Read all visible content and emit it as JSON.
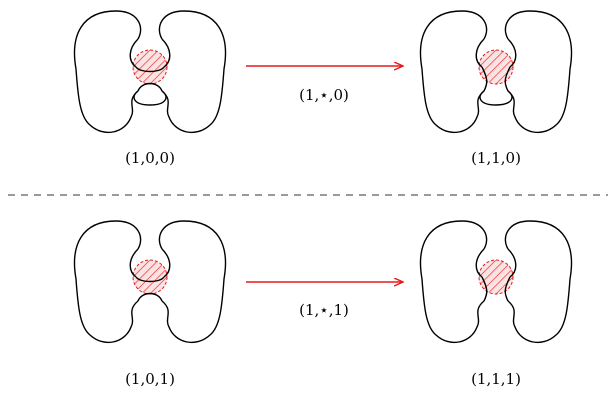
{
  "colors": {
    "stroke": "#000000",
    "arrow": "#e8191b",
    "hatch": "#e8191b",
    "hatch_fill": "#fbe3e3",
    "divider": "#333333"
  },
  "rows": [
    {
      "left_label": "(1,0,0)",
      "right_label": "(1,1,0)",
      "arrow_label": "(1,⋆,0)",
      "left_shape": "cut-shape-closed-bottom-lobe",
      "right_shape": "cut-shape-closed-bottom-lobe"
    },
    {
      "left_label": "(1,0,1)",
      "right_label": "(1,1,1)",
      "arrow_label": "(1,⋆,1)",
      "left_shape": "cut-shape-inner-arcs",
      "right_shape": "cut-shape-open"
    }
  ]
}
